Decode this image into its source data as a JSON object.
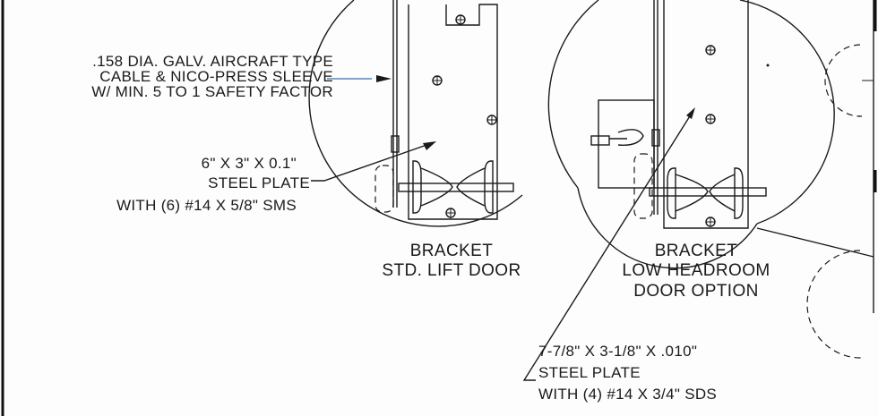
{
  "labels": {
    "cable_note": [
      ".158 DIA. GALV. AIRCRAFT TYPE",
      "CABLE & NICO-PRESS SLEEVE",
      "W/ MIN. 5 TO 1 SAFETY FACTOR"
    ],
    "std_plate_note": [
      "6\" X 3\" X 0.1\"",
      "STEEL PLATE",
      "WITH (6) #14 X 5/8\" SMS"
    ],
    "std_bracket_title": [
      "BRACKET",
      "STD. LIFT DOOR"
    ],
    "low_bracket_title": [
      "BRACKET",
      "LOW HEADROOM",
      "DOOR OPTION"
    ],
    "low_plate_note": [
      "7-7/8\" X 3-1/8\" X .010\"",
      "STEEL PLATE",
      "WITH (4) #14 X 3/4\" SDS"
    ]
  },
  "colors": {
    "ink": "#1a1a1a",
    "cable_leader": "#3a6ea5",
    "paper": "#fdfdfd"
  }
}
